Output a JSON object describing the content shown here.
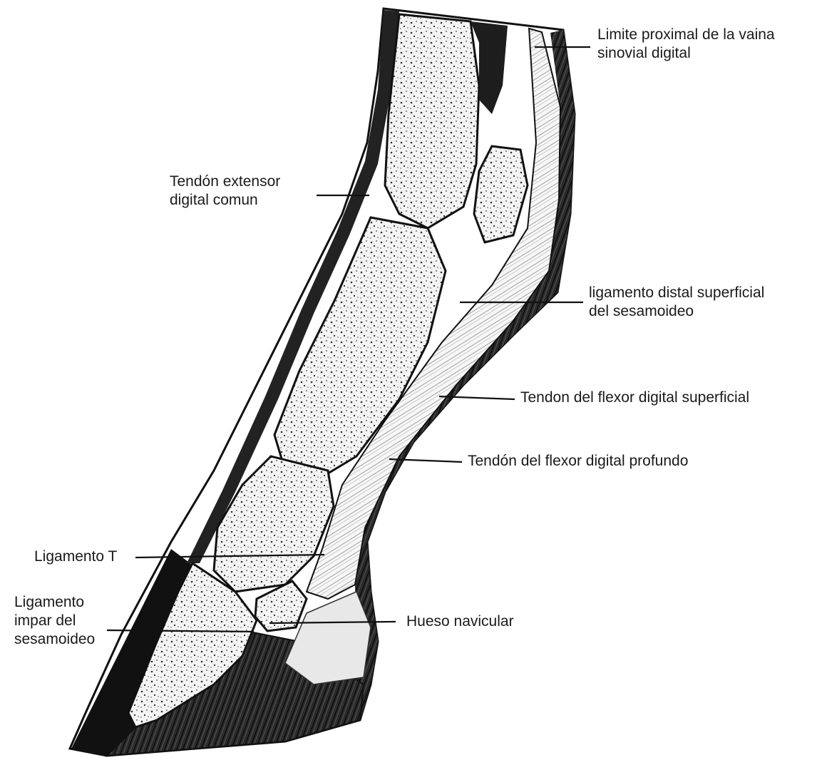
{
  "diagram": {
    "labels": {
      "limite_proximal": {
        "line1": "Limite proximal de la vaina",
        "line2": "sinovial digital"
      },
      "tendon_extensor": {
        "line1": "Tendón extensor",
        "line2": "digital comun"
      },
      "ligamento_distal": {
        "line1": "ligamento distal superficial",
        "line2": "del sesamoideo"
      },
      "flexor_superficial": {
        "line1": "Tendon del flexor digital superficial"
      },
      "flexor_profundo": {
        "line1": "Tendón del flexor digital profundo"
      },
      "ligamento_t": {
        "line1": "Ligamento T"
      },
      "ligamento_impar": {
        "line1": "Ligamento",
        "line2": "impar del",
        "line3": "sesamoideo"
      },
      "hueso_navicular": {
        "line1": "Hueso navicular"
      }
    }
  }
}
